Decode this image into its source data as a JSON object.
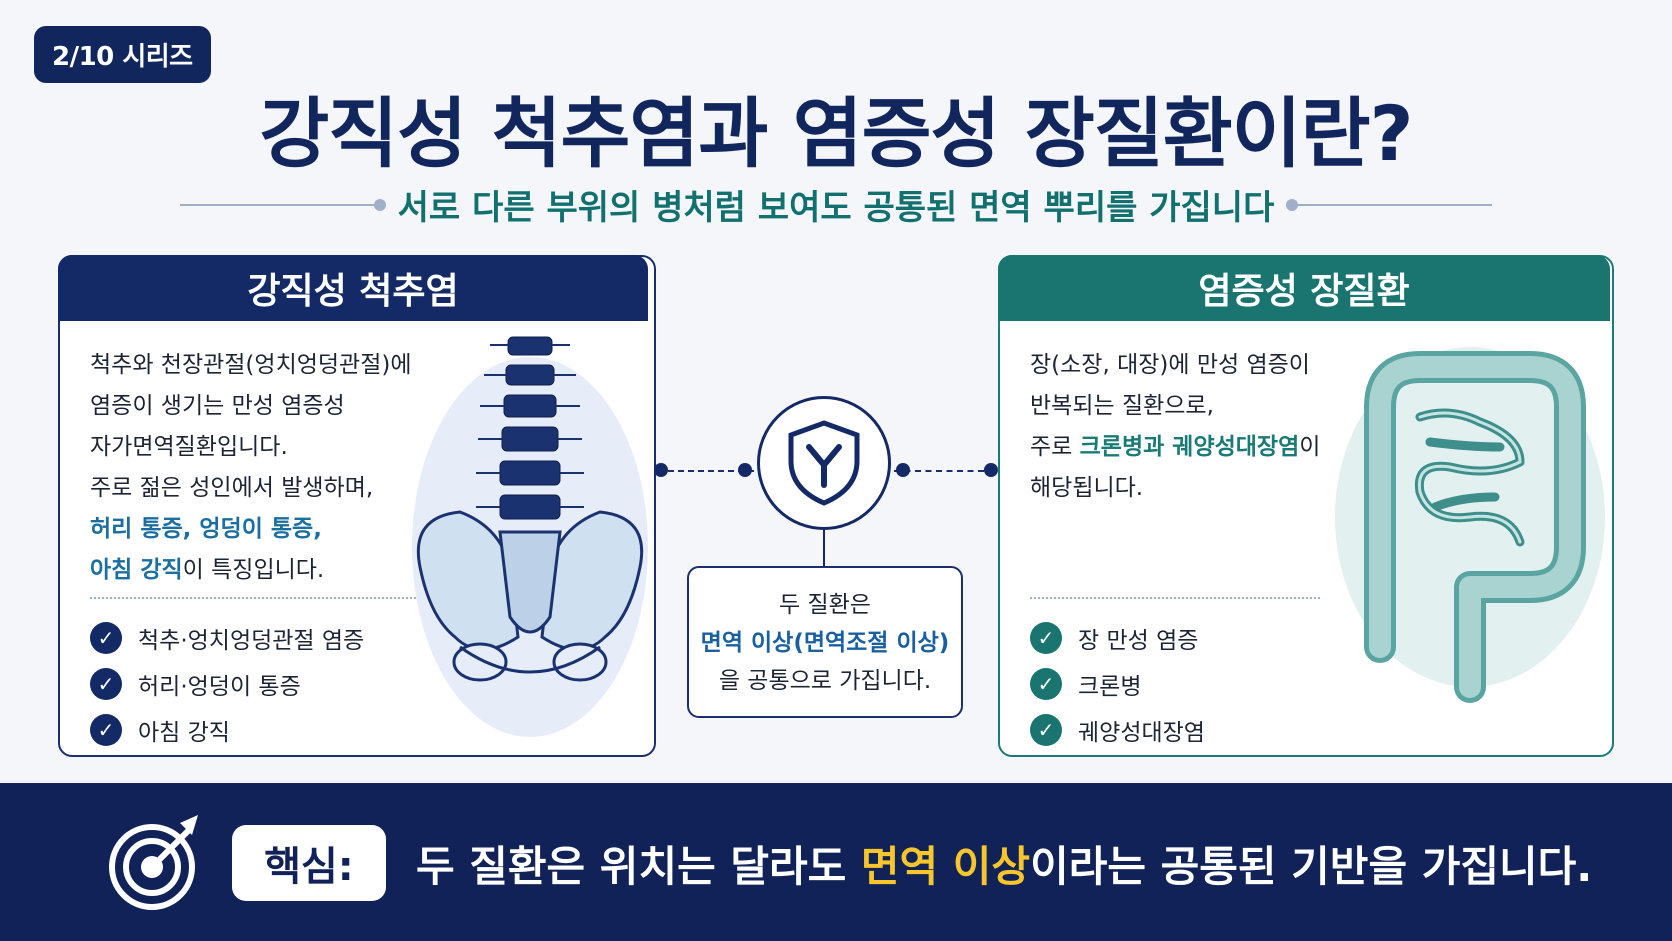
{
  "badge": "2/10 시리즈",
  "title": "강직성 척추염과 염증성 장질환이란?",
  "subtitle": "서로 다른 부위의 병처럼 보여도 공통된 면역 뿌리를 가집니다",
  "left_panel": {
    "header": "강직성 척추염",
    "desc_1": "척추와 천장관절(엉치엉덩관절)에",
    "desc_2": "염증이 생기는 만성 염증성",
    "desc_3": "자가면역질환입니다.",
    "desc_4": "주로 젊은 성인에서 발생하며,",
    "desc_5_hl": "허리 통증, 엉덩이 통증,",
    "desc_6_hl": "아침 강직",
    "desc_6_rest": "이 특징입니다.",
    "checks": [
      "척추·엉치엉덩관절 염증",
      "허리·엉덩이 통증",
      "아침 강직"
    ]
  },
  "right_panel": {
    "header": "염증성 장질환",
    "desc_1": "장(소장, 대장)에 만성 염증이",
    "desc_2": "반복되는 질환으로,",
    "desc_3_pre": "주로 ",
    "desc_3_hl": "크론병과 궤양성대장염",
    "desc_3_post": "이",
    "desc_4": "해당됩니다.",
    "checks": [
      "장 만성 염증",
      "크론병",
      "궤양성대장염"
    ]
  },
  "center": {
    "line_1": "두 질환은",
    "line_2": "면역 이상(면역조절 이상)",
    "line_3": "을 공통으로 가집니다."
  },
  "bottom": {
    "label": "핵심:",
    "text_pre": "두 질환은 위치는 달라도 ",
    "text_hl": "면역 이상",
    "text_post": "이라는 공통된 기반을 가집니다."
  },
  "icons": {
    "shield": "shield-antibody-icon",
    "target": "target-icon",
    "check": "check-icon"
  },
  "colors": {
    "navy": "#142a66",
    "teal": "#1a7470",
    "gold": "#f7c52c"
  }
}
